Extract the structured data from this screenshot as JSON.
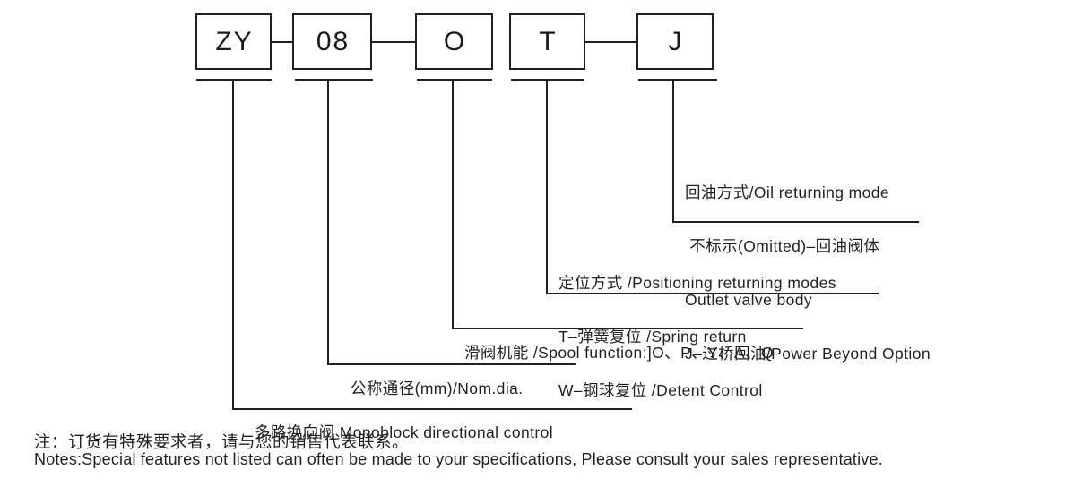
{
  "model_code": {
    "boxes": [
      {
        "id": "zy",
        "label": "ZY"
      },
      {
        "id": "08",
        "label": "08"
      },
      {
        "id": "o",
        "label": "O"
      },
      {
        "id": "t",
        "label": "T"
      },
      {
        "id": "j",
        "label": "J"
      }
    ]
  },
  "descriptions": {
    "oil_return": {
      "lines": [
        "回油方式/Oil returning mode",
        " 不标示(Omitted)–回油阀体",
        "Outlet valve body",
        "J–过桥回油/Power Beyond Option"
      ]
    },
    "positioning": {
      "lines": [
        "定位方式 /Positioning returning modes",
        "T–弹簧复位 /Spring return",
        "W–钢球复位 /Detent Control"
      ]
    },
    "spool_function": {
      "lines": [
        "滑阀机能 /Spool function:]O、P、Y、A、Q"
      ]
    },
    "nominal_diameter": {
      "lines": [
        "公称通径(mm)/Nom.dia."
      ]
    },
    "valve_type": {
      "lines": [
        "多路换向阀 Monoblock directional control"
      ]
    }
  },
  "notes": {
    "zh": "注：订货有特殊要求者，请与您的销售代表联系。",
    "en": "Notes:Special features not listed can often be made to your specifications, Please consult your sales representative."
  },
  "colors": {
    "ink": "#231f20",
    "background": "#ffffff"
  }
}
